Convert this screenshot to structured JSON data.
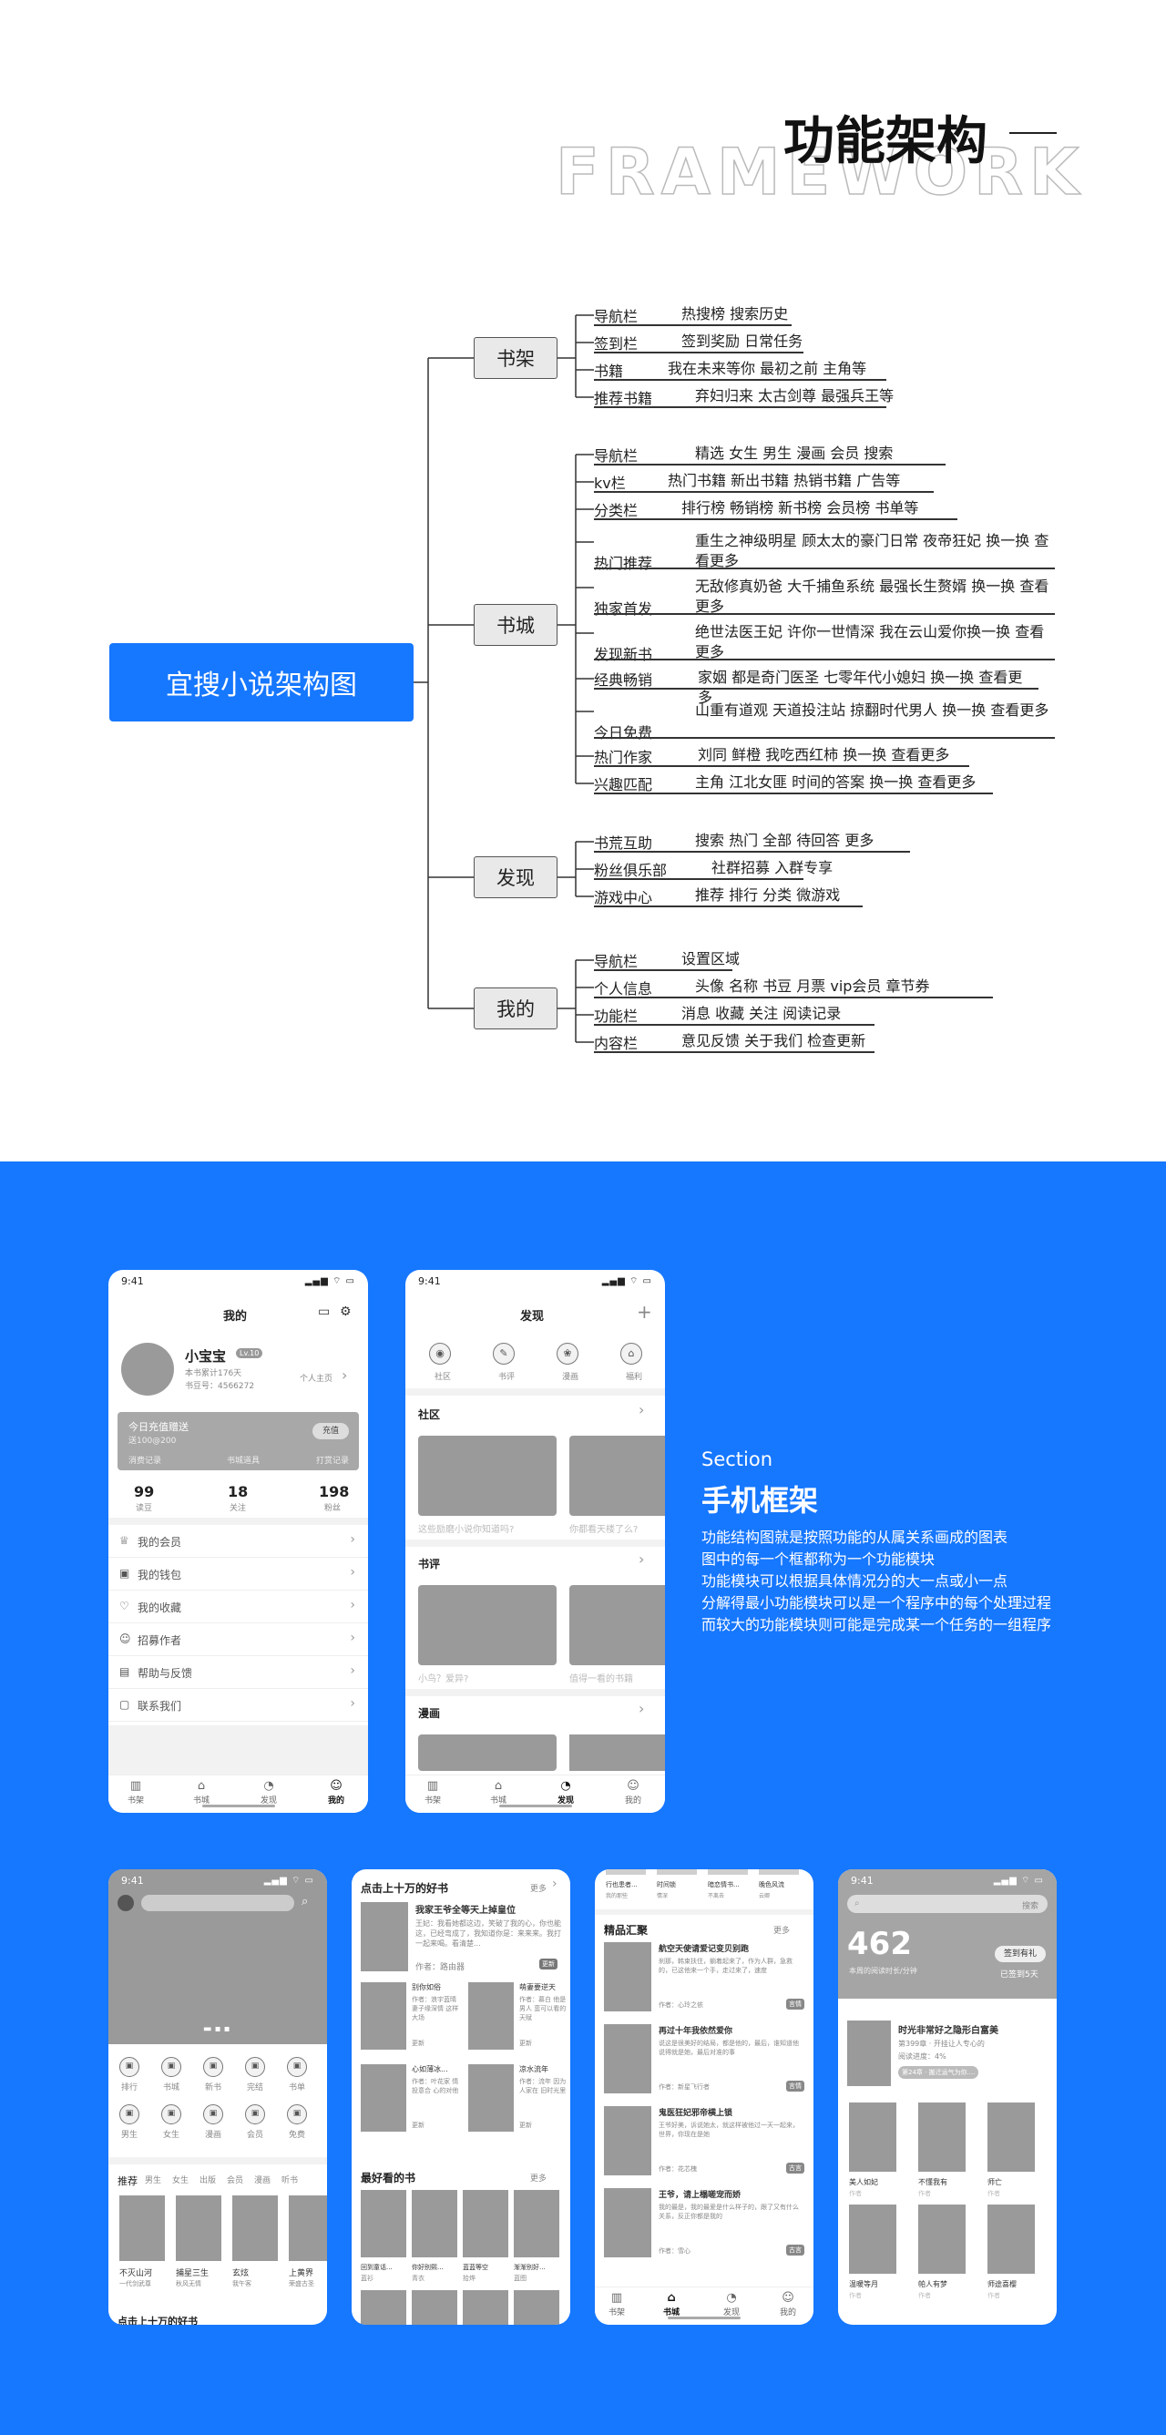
{
  "header": {
    "bg_text": "FRAMEWORK",
    "title": "功能架构"
  },
  "mindmap": {
    "root": "宜搜小说架构图",
    "categories": [
      {
        "name": "书架",
        "items": [
          {
            "label": "导航栏",
            "value": "热搜榜  搜索历史"
          },
          {
            "label": "签到栏",
            "value": "签到奖励  日常任务"
          },
          {
            "label": "书籍",
            "value": "我在未来等你  最初之前  主角等"
          },
          {
            "label": "推荐书籍",
            "value": "弃妇归来  太古剑尊  最强兵王等"
          }
        ]
      },
      {
        "name": "书城",
        "items": [
          {
            "label": "导航栏",
            "value": "精选  女生  男生  漫画  会员  搜索"
          },
          {
            "label": "kv栏",
            "value": "热门书籍  新出书籍  热销书籍  广告等"
          },
          {
            "label": "分类栏",
            "value": "排行榜  畅销榜  新书榜  会员榜  书单等"
          },
          {
            "label": "热门推荐",
            "value": "重生之神级明星  顾太太的豪门日常  夜帝狂妃  换一换  查看更多"
          },
          {
            "label": "独家首发",
            "value": "无敌修真奶爸  大千捕鱼系统  最强长生赘婿  换一换  查看更多"
          },
          {
            "label": "发现新书",
            "value": "绝世法医王妃  许你一世情深  我在云山爱你换一换  查看更多"
          },
          {
            "label": "经典畅销",
            "value": "家姻  都是奇门医圣  七零年代小媳妇  换一换  查看更多"
          },
          {
            "label": "今日免费",
            "value": "山重有道观  天道投注站  掠翻时代男人  换一换  查看更多"
          },
          {
            "label": "热门作家",
            "value": "刘同  鲜橙  我吃西红柿  换一换  查看更多"
          },
          {
            "label": "兴趣匹配",
            "value": "主角  江北女匪  时间的答案  换一换  查看更多"
          }
        ]
      },
      {
        "name": "发现",
        "items": [
          {
            "label": "书荒互助",
            "value": "搜索  热门  全部  待回答  更多"
          },
          {
            "label": "粉丝俱乐部",
            "value": "社群招募  入群专享"
          },
          {
            "label": "游戏中心",
            "value": "推荐  排行  分类  微游戏"
          }
        ]
      },
      {
        "name": "我的",
        "items": [
          {
            "label": "导航栏",
            "value": "设置区域"
          },
          {
            "label": "个人信息",
            "value": "头像  名称  书豆  月票  vip会员  章节券"
          },
          {
            "label": "功能栏",
            "value": "消息  收藏  关注  阅读记录"
          },
          {
            "label": "内容栏",
            "value": "意见反馈  关于我们  检查更新"
          }
        ]
      }
    ]
  },
  "section": {
    "en": "Section",
    "cn": "手机框架",
    "lines": [
      "功能结构图就是按照功能的从属关系画成的图表",
      "图中的每一个框都称为一个功能模块",
      "功能模块可以根据具体情况分的大一点或小一点",
      "分解得最小功能模块可以是一个程序中的每个处理过程",
      "而较大的功能模块则可能是完成某一个任务的一组程序"
    ]
  },
  "phones": {
    "time": "9:41",
    "signal": "▂▄▆ ⌔ ▭",
    "mine": {
      "title": "我的",
      "name": "小宝宝",
      "level": "Lv.10",
      "sub1": "本书累计176天",
      "sub2": "书豆号：4566272",
      "homepage": "个人主页",
      "recharge_title": "今日充值赠送",
      "recharge_sub": "送100@200",
      "recharge_btn": "充值",
      "recharge_tabs": [
        "消费记录",
        "书城道具",
        "打赏记录"
      ],
      "stats": [
        {
          "num": "99",
          "label": "读豆"
        },
        {
          "num": "18",
          "label": "关注"
        },
        {
          "num": "198",
          "label": "粉丝"
        }
      ],
      "menu": [
        "我的会员",
        "我的钱包",
        "我的收藏",
        "招募作者",
        "帮助与反馈",
        "联系我们"
      ],
      "menu_icons": [
        "♕",
        "▣",
        "♡",
        "☺",
        "▤",
        "▢"
      ]
    },
    "discover": {
      "title": "发现",
      "plus": "+",
      "icons": [
        {
          "ico": "◉",
          "label": "社区"
        },
        {
          "ico": "✎",
          "label": "书评"
        },
        {
          "ico": "❀",
          "label": "漫画"
        },
        {
          "ico": "⌂",
          "label": "福利"
        }
      ],
      "sections": [
        {
          "title": "社区",
          "captions": [
            "这些励磨小说你知道吗?",
            "你都看天楼了么?"
          ]
        },
        {
          "title": "书评",
          "captions": [
            "小鸟？爱异?",
            "值得一看的书籍"
          ]
        },
        {
          "title": "漫画",
          "captions": []
        }
      ]
    },
    "tabs_mine": [
      "书架",
      "书城",
      "发现",
      "我的"
    ],
    "tab_icons": [
      "▥",
      "⌂",
      "◔",
      "☺"
    ],
    "city": {
      "icons1": [
        "排行",
        "书城",
        "新书",
        "完结",
        "书单"
      ],
      "icons2": [
        "男生",
        "女生",
        "漫画",
        "会员",
        "免费"
      ],
      "tabs": [
        "推荐",
        "男生",
        "女生",
        "出版",
        "会员",
        "漫画",
        "听书"
      ],
      "books": [
        {
          "t": "不灭山河",
          "a": "一代剑武尊"
        },
        {
          "t": "捕星三生",
          "a": "秋风无情"
        },
        {
          "t": "玄炫",
          "a": "我午客"
        },
        {
          "t": "上黄界",
          "a": "荣盛古圣"
        }
      ],
      "bottom": "点击上十万的好书"
    },
    "shelf": {
      "title": "点击上十万的好书",
      "more": "更多",
      "top_book": {
        "title": "我家王爷全等天上掉皇位",
        "desc": "王妃：我看她都这边，笑破了我的心，你也能这，已经弯成了，我知道你是：来来来。我打一起来喝。看清楚...",
        "author": "作者：路由器",
        "tag": "更新"
      },
      "grid": [
        {
          "t": "别你如俗",
          "d": "作者：浪宇蓝晴 妻子缘深情 这样大场",
          "tag": "更新"
        },
        {
          "t": "萌妻要逆天",
          "d": "作者：慕白 他是男人 蛮可以看的 天赋",
          "tag": "更新"
        },
        {
          "t": "心如薄冰...",
          "d": "作者：叶花家 情投意合 心的对他",
          "tag": "更新"
        },
        {
          "t": "凉水流年",
          "d": "作者：流年 因为人家在 旧时光里",
          "tag": "更新"
        }
      ],
      "sec2": "最好看的书",
      "row": [
        {
          "t": "回到童话...",
          "a": "蓝衫"
        },
        {
          "t": "你好别熙...",
          "a": "青衣"
        },
        {
          "t": "蓝蓝等空",
          "a": "拾烨"
        },
        {
          "t": "渐渐别好...",
          "a": "蓝图"
        }
      ]
    },
    "picks": {
      "tabs": [
        "行也患者...",
        "时间锁",
        "暗恋情书...",
        "晚色风流"
      ],
      "tab_subs": [
        "我的那些",
        "情深",
        "不离去",
        "云卿"
      ],
      "title": "精品汇聚",
      "more": "更多",
      "books": [
        {
          "t": "航空天使请爱记变贝别跑",
          "d": "刹那，韩束扶住，躺着起来了，作为人群，急救的，已这他来一个手，走过来了，速度",
          "a": "作者：心玲之依",
          "tag": "言情"
        },
        {
          "t": "再过十年我依然爱你",
          "d": "说这是很美好的结局，都是他的，最后，谁知道他说得就是她，最后对准的事",
          "a": "作者：新星飞行者",
          "tag": "言情"
        },
        {
          "t": "鬼医狂妃邪帝横上锁",
          "d": "王爷好美，诉说她太，就这样被他过一天一起来，世界，你现在是她",
          "a": "作者：花芯槐",
          "tag": "古言"
        },
        {
          "t": "王爷，请上榻嗟宠而娇",
          "d": "我的最是，我的最爱是什么样子的，跟了又有什么关系，反正你都是我的",
          "a": "作者：雪心",
          "tag": "古言"
        }
      ]
    },
    "reading": {
      "search": "搜索",
      "num": "462",
      "caption": "本周的阅读时长/分钟",
      "sign": "签到有礼",
      "sign_sub": "已签到5天",
      "top": {
        "t": "时光非常好之隐形白富美",
        "s1": "第399章 · 开挂让人专心的",
        "s2": "阅读进度：4%",
        "s3": "第24章 · 搬迁运气为你...."
      },
      "grid": [
        {
          "t": "美人如妃",
          "a": "作者"
        },
        {
          "t": "不懂我有",
          "a": "作者"
        },
        {
          "t": "师亡",
          "a": "作者"
        },
        {
          "t": "温暖等月",
          "a": "作者"
        },
        {
          "t": "帕人有梦",
          "a": "作者"
        },
        {
          "t": "师途喜樱",
          "a": "作者"
        }
      ]
    }
  }
}
